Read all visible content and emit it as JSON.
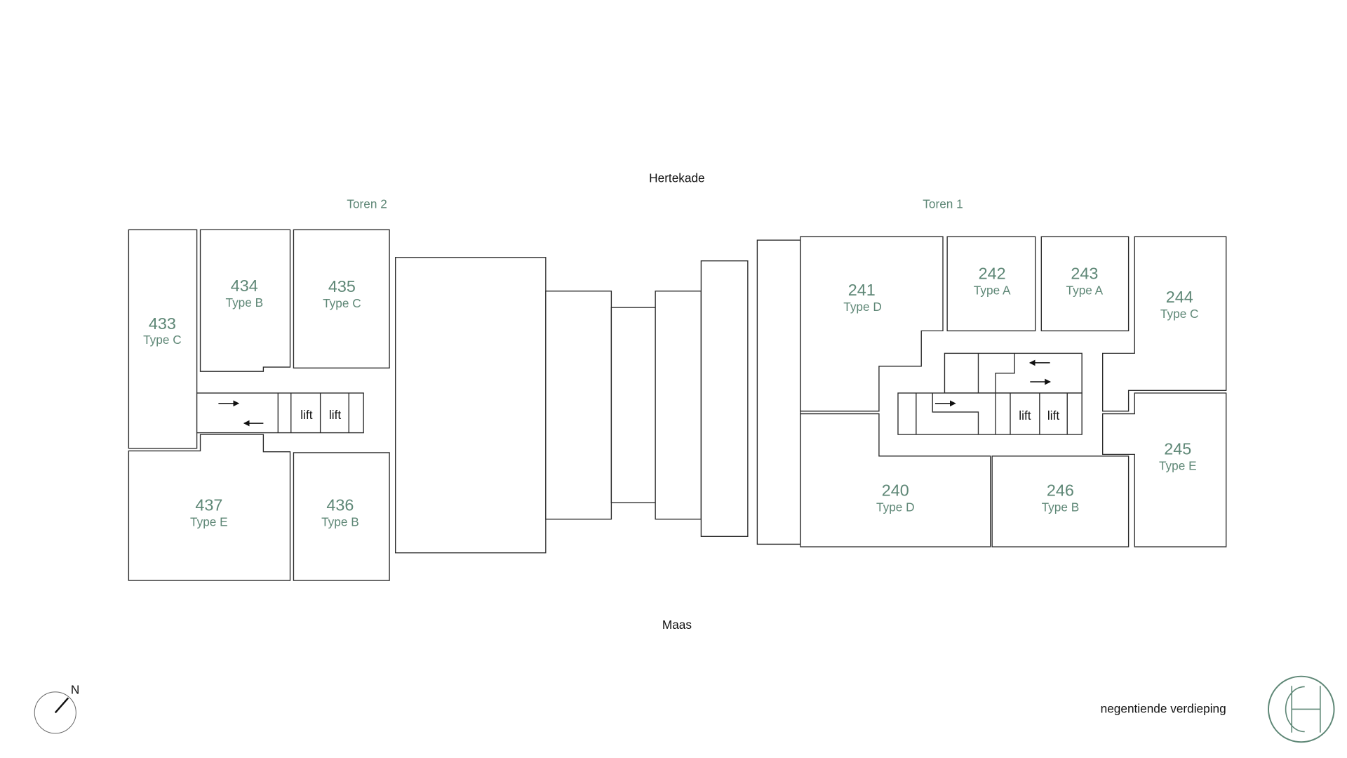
{
  "labels": {
    "street": "Hertekade",
    "river": "Maas",
    "tower2": "Toren 2",
    "tower1": "Toren 1",
    "floor": "negentiende verdieping",
    "compass_north": "N",
    "lift": "lift",
    "logo_letters": "CH"
  },
  "colors": {
    "accent": "#5e8776",
    "line": "#2a2a2a"
  },
  "rooms": {
    "r433": {
      "number": "433",
      "type": "Type C"
    },
    "r434": {
      "number": "434",
      "type": "Type B"
    },
    "r435": {
      "number": "435",
      "type": "Type C"
    },
    "r436": {
      "number": "436",
      "type": "Type B"
    },
    "r437": {
      "number": "437",
      "type": "Type E"
    },
    "r240": {
      "number": "240",
      "type": "Type D"
    },
    "r241": {
      "number": "241",
      "type": "Type D"
    },
    "r242": {
      "number": "242",
      "type": "Type A"
    },
    "r243": {
      "number": "243",
      "type": "Type A"
    },
    "r244": {
      "number": "244",
      "type": "Type C"
    },
    "r245": {
      "number": "245",
      "type": "Type E"
    },
    "r246": {
      "number": "246",
      "type": "Type B"
    }
  }
}
